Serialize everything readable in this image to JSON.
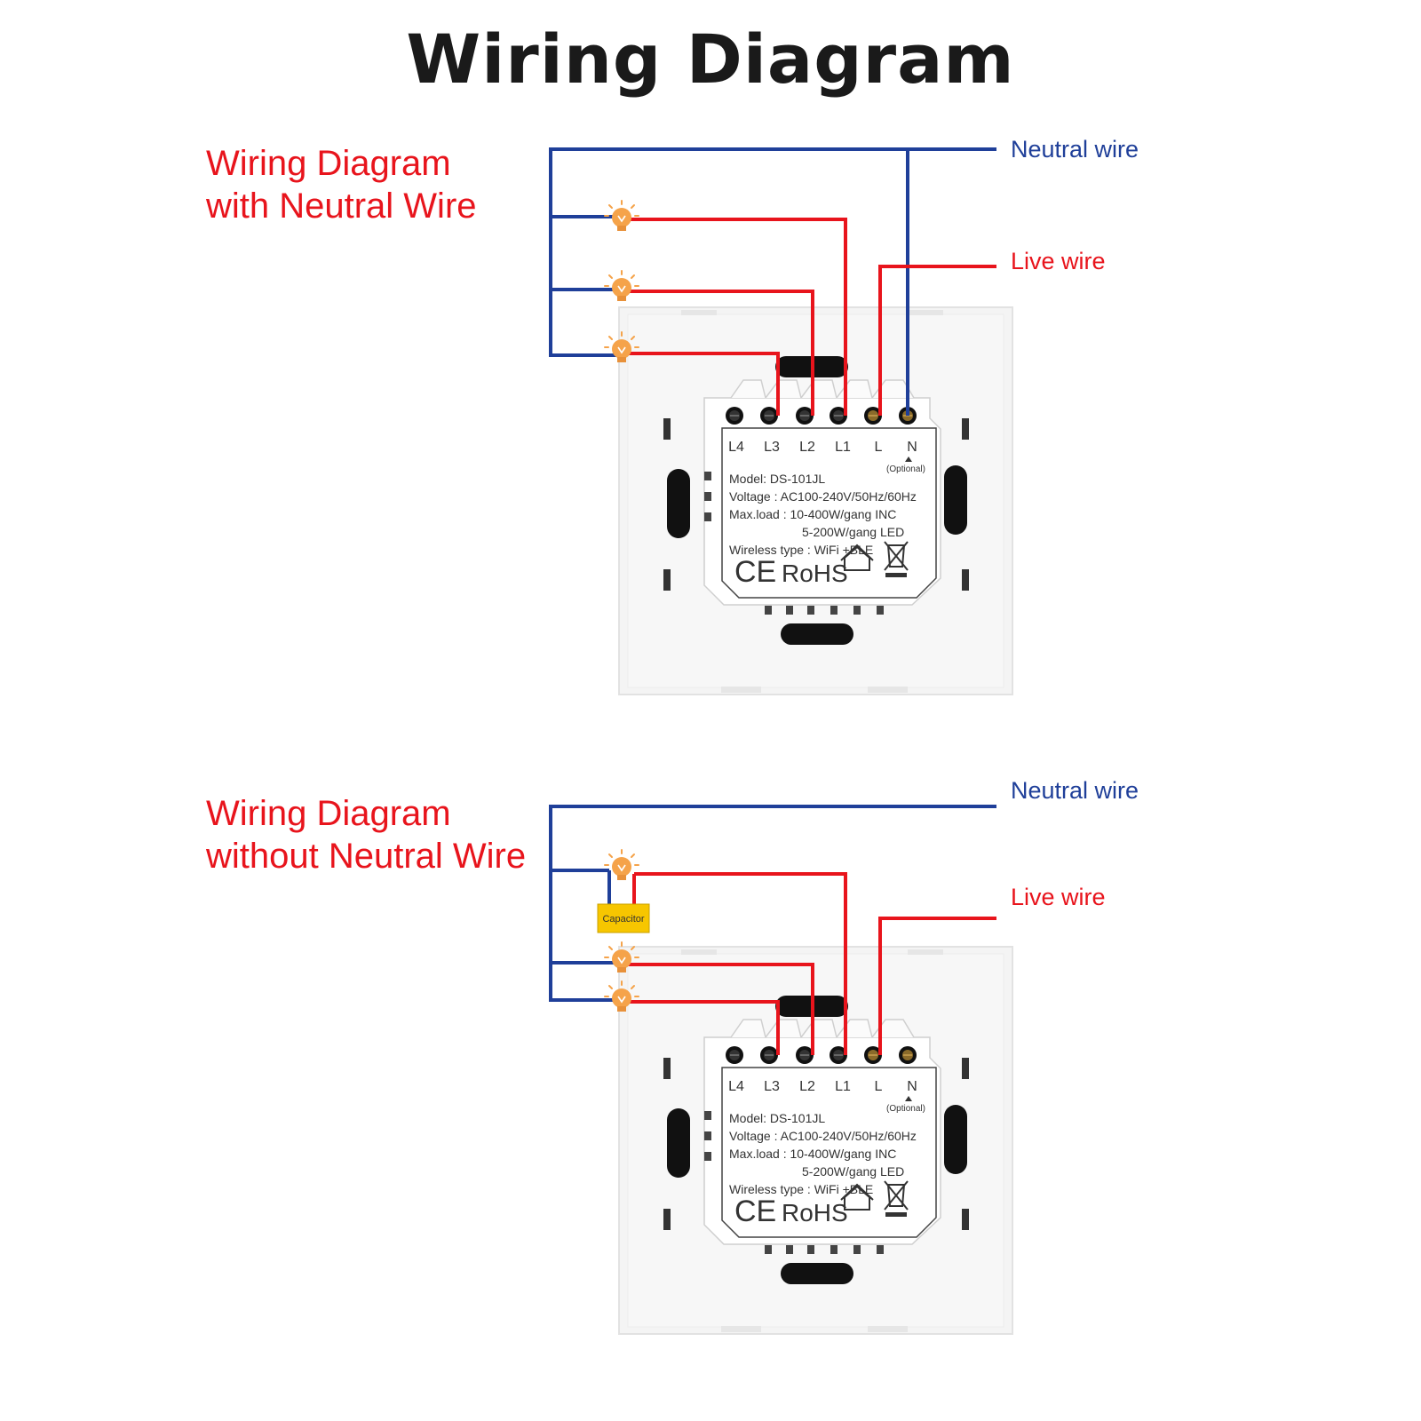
{
  "title": "Wiring Diagram",
  "colors": {
    "neutral_wire": "#1f3f99",
    "live_wire": "#e8141c",
    "capacitor": "#f7c600",
    "bulb": "#f5a34a"
  },
  "sections": [
    {
      "heading_line1": "Wiring Diagram",
      "heading_line2": "with Neutral Wire",
      "neutral_label": "Neutral wire",
      "live_label": "Live wire"
    },
    {
      "heading_line1": "Wiring Diagram",
      "heading_line2": "without Neutral Wire",
      "neutral_label": "Neutral wire",
      "live_label": "Live wire",
      "capacitor_label": "Capacitor"
    }
  ],
  "device": {
    "terminals": [
      "L4",
      "L3",
      "L2",
      "L1",
      "L",
      "N"
    ],
    "optional_note": "(Optional)",
    "model": "Model: DS-101JL",
    "voltage": "Voltage : AC100-240V/50Hz/60Hz",
    "maxload_inc": "Max.load : 10-400W/gang INC",
    "maxload_led": "5-200W/gang LED",
    "wireless": "Wireless type : WiFi +BLE",
    "ce_mark": "CE",
    "rohs_mark": "RoHS"
  }
}
